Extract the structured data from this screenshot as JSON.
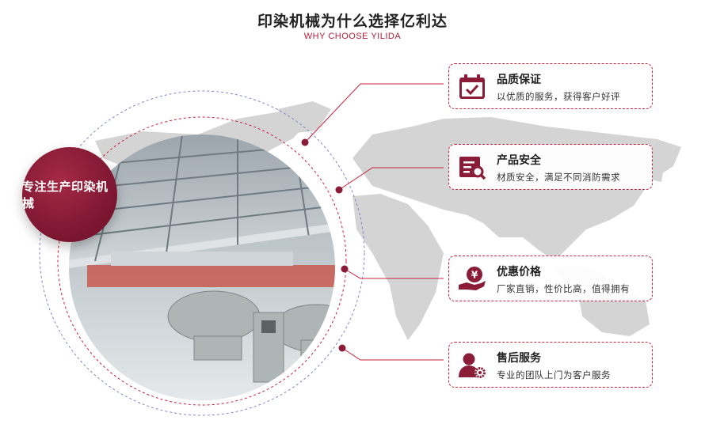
{
  "header": {
    "title": "印染机械为什么选择亿利达",
    "subtitle": "WHY CHOOSE YILIDA"
  },
  "badge": {
    "text": "专注生产印染机械"
  },
  "features": [
    {
      "title": "品质保证",
      "desc": "以优质的服务，获得客户好评",
      "icon": "calendar-check-icon"
    },
    {
      "title": "产品安全",
      "desc": "材质安全，满足不同消防需求",
      "icon": "document-search-icon"
    },
    {
      "title": "优惠价格",
      "desc": "厂家直销，性价比高，值得拥有",
      "icon": "yen-hand-icon"
    },
    {
      "title": "售后服务",
      "desc": "专业的团队上门为客户服务",
      "icon": "user-gear-icon"
    }
  ],
  "colors": {
    "accent": "#c8203b",
    "badge": "#8a1c37",
    "map": "#d4d4d4"
  }
}
